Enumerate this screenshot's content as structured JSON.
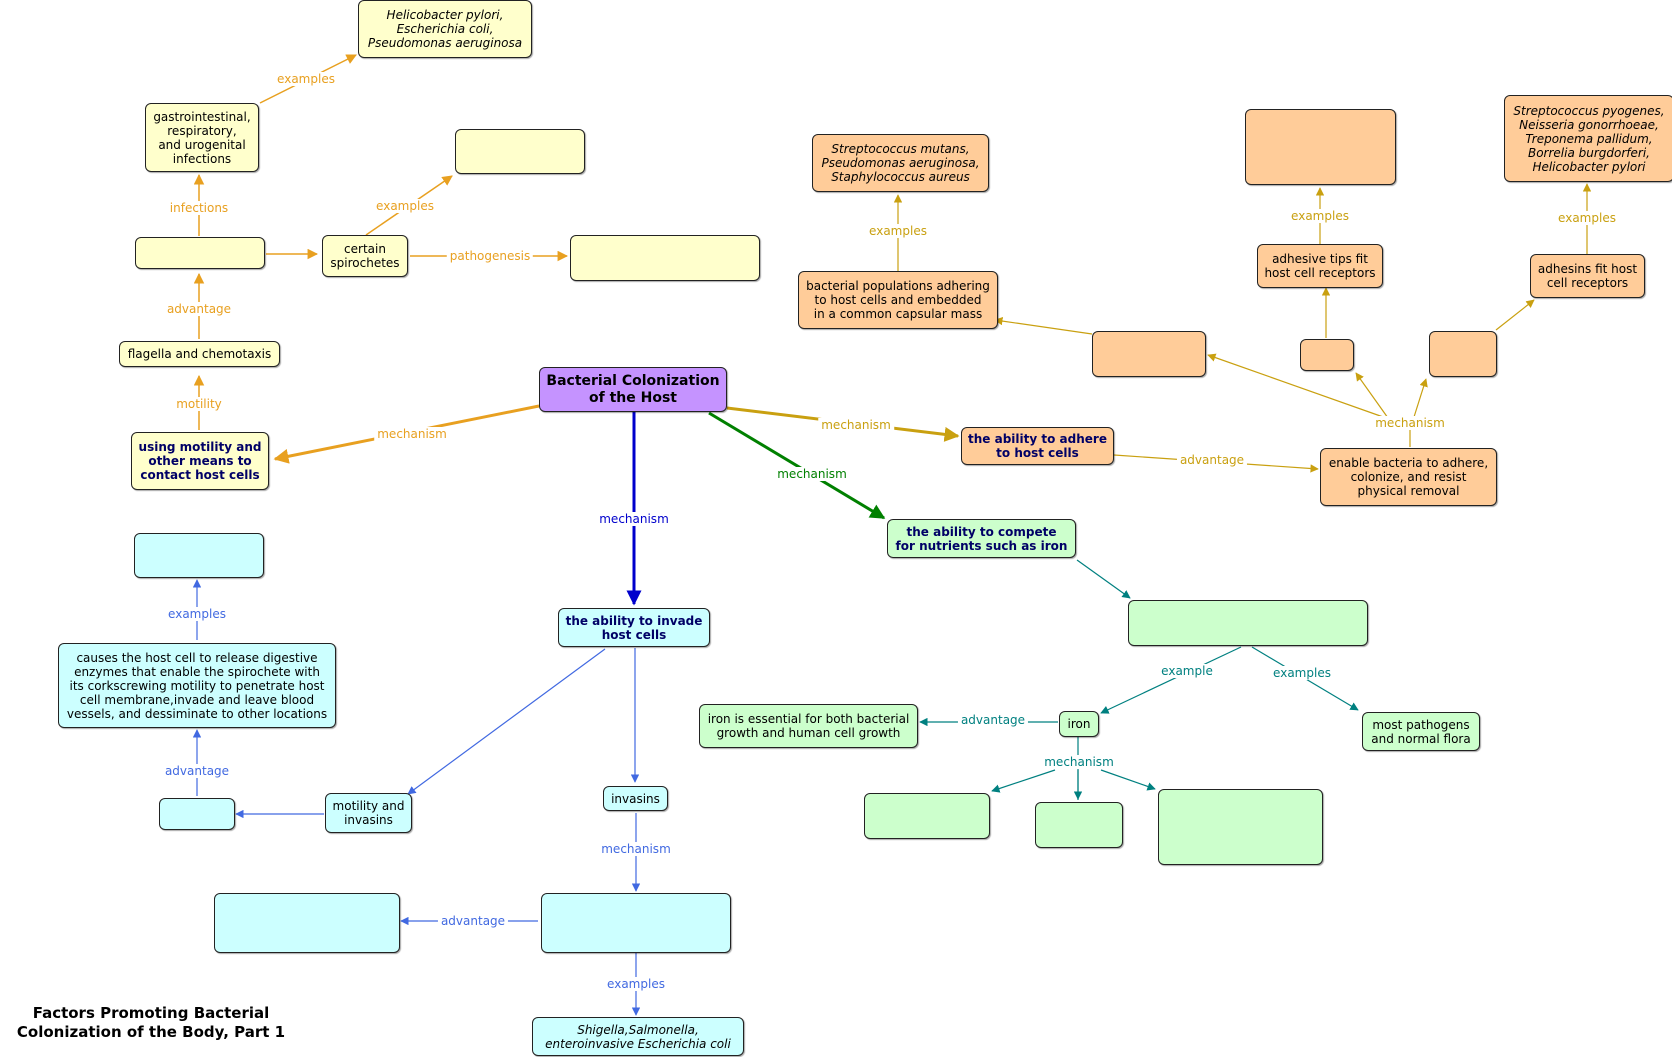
{
  "title": "Factors Promoting Bacterial\nColonization of the Body, Part 1",
  "colors": {
    "yellow_fill": "#FFFFCC",
    "orange_fill": "#FFCC99",
    "cyan_fill": "#CCFFFF",
    "green_fill": "#CCFFCC",
    "root_fill": "#C593FF",
    "orange_link": "#E8A020",
    "gold_link": "#C9A010",
    "blue_link": "#4169E1",
    "dark_blue_link": "#0000CC",
    "green_link": "#008000",
    "teal_link": "#008080"
  },
  "nodes": {
    "root": "Bacterial Colonization\nof the Host",
    "motility_means": "using motility and\nother means to\ncontact host cells",
    "flagella": "flagella and chemotaxis",
    "yellow_blank_1": "",
    "gi_infections": "gastrointestinal,\nrespiratory,\nand urogenital\ninfections",
    "gi_examples": "Helicobacter pylori,\nEscherichia coli,\nPseudomonas aeruginosa",
    "spirochetes": "certain\nspirochetes",
    "yellow_blank_2": "",
    "yellow_blank_3": "",
    "adhere_ability": "the ability to adhere\nto host cells",
    "enable_bacteria": "enable bacteria to adhere,\ncolonize, and resist\nphysical removal",
    "orange_blank_1": "",
    "biofilm": "bacterial populations adhering\nto host cells and embedded\nin a common capsular mass",
    "biofilm_examples": "Streptococcus mutans,\nPseudomonas aeruginosa,\nStaphylococcus aureus",
    "orange_blank_2": "",
    "adhesive_tips": "adhesive tips fit\nhost cell receptors",
    "orange_blank_3": "",
    "orange_blank_4": "",
    "adhesins": "adhesins fit host\ncell receptors",
    "adhesins_examples": "Streptococcus pyogenes,\nNeisseria gonorrhoeae,\nTreponema pallidum,\nBorrelia burgdorferi,\nHelicobacter pylori",
    "invade_ability": "the ability to invade\nhost cells",
    "invasins": "invasins",
    "cyan_blank_1": "",
    "cyan_blank_2": "",
    "invasive_examples": "Shigella,Salmonella,\nenteroinvasive Escherichia coli",
    "motility_invasins": "motility and\ninvasins",
    "cyan_blank_3": "",
    "spirochete_enzymes": "causes the host cell to release digestive\nenzymes that enable the spirochete with\nits corkscrewing motility to penetrate host\ncell membrane,invade and leave blood\nvessels, and dessiminate to other locations",
    "cyan_blank_4": "",
    "compete_ability": "the ability to compete\nfor nutrients such as iron",
    "green_blank_1": "",
    "iron": "iron",
    "iron_essential": "iron is essential for both bacterial\ngrowth and human cell growth",
    "most_pathogens": "most pathogens\nand normal flora",
    "green_blank_2": "",
    "green_blank_3": "",
    "green_blank_4": ""
  },
  "links": {
    "mechanism": "mechanism",
    "motility": "motility",
    "advantage": "advantage",
    "infections": "infections",
    "examples": "examples",
    "example": "example",
    "pathogenesis": "pathogenesis"
  }
}
